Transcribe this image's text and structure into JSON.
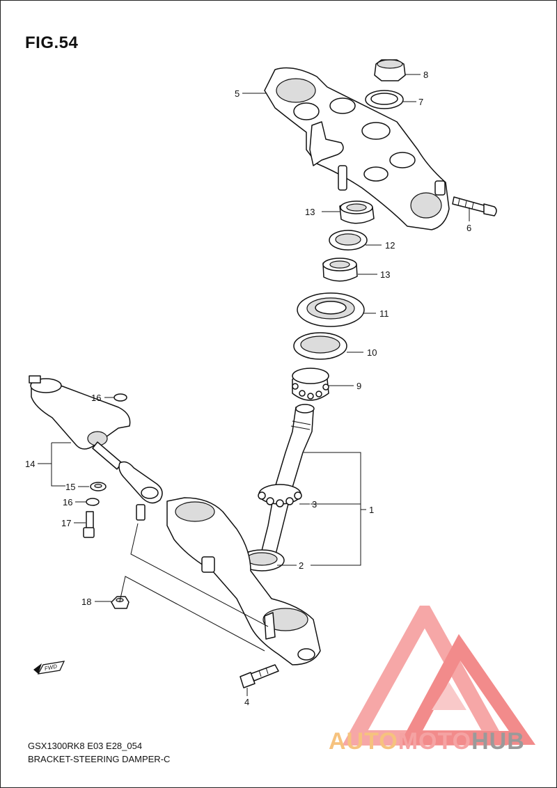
{
  "figure": {
    "title": "FIG.54"
  },
  "callouts": [
    "1",
    "2",
    "3",
    "4",
    "5",
    "6",
    "7",
    "8",
    "9",
    "10",
    "11",
    "12",
    "13",
    "13",
    "14",
    "15",
    "16",
    "16",
    "17",
    "18"
  ],
  "footer": {
    "model_line": "GSX1300RK8 E03 E28_054",
    "name_line": "BRACKET-STEERING DAMPER-C"
  },
  "fwd_arrow": {
    "label": "FWD"
  },
  "watermark": {
    "part1": "AUTO",
    "part2": "MOTO",
    "part3": "HUB"
  },
  "colors": {
    "watermark_red": "#f28b8b",
    "watermark_orange": "#f6c27e",
    "watermark_gray": "#9a9a9a"
  }
}
